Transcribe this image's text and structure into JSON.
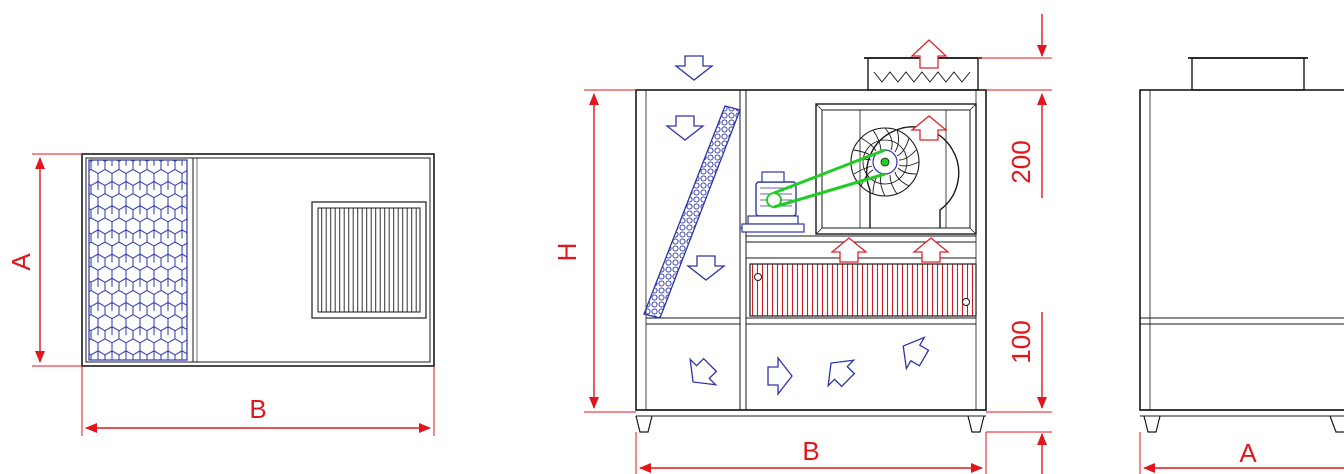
{
  "labels": {
    "top_width": "A",
    "top_length": "B",
    "front_height": "H",
    "front_width": "B",
    "dim_top": "200",
    "dim_bottom": "100",
    "side_width": "A"
  },
  "colors": {
    "outline": "#1a1a1a",
    "dimension": "#e0161d",
    "filter_blue": "#2d35a6",
    "coil_red": "#c81e24",
    "belt_green": "#22cc22",
    "airflow_blue": "#2d35a6",
    "airflow_red": "#d8262d"
  }
}
